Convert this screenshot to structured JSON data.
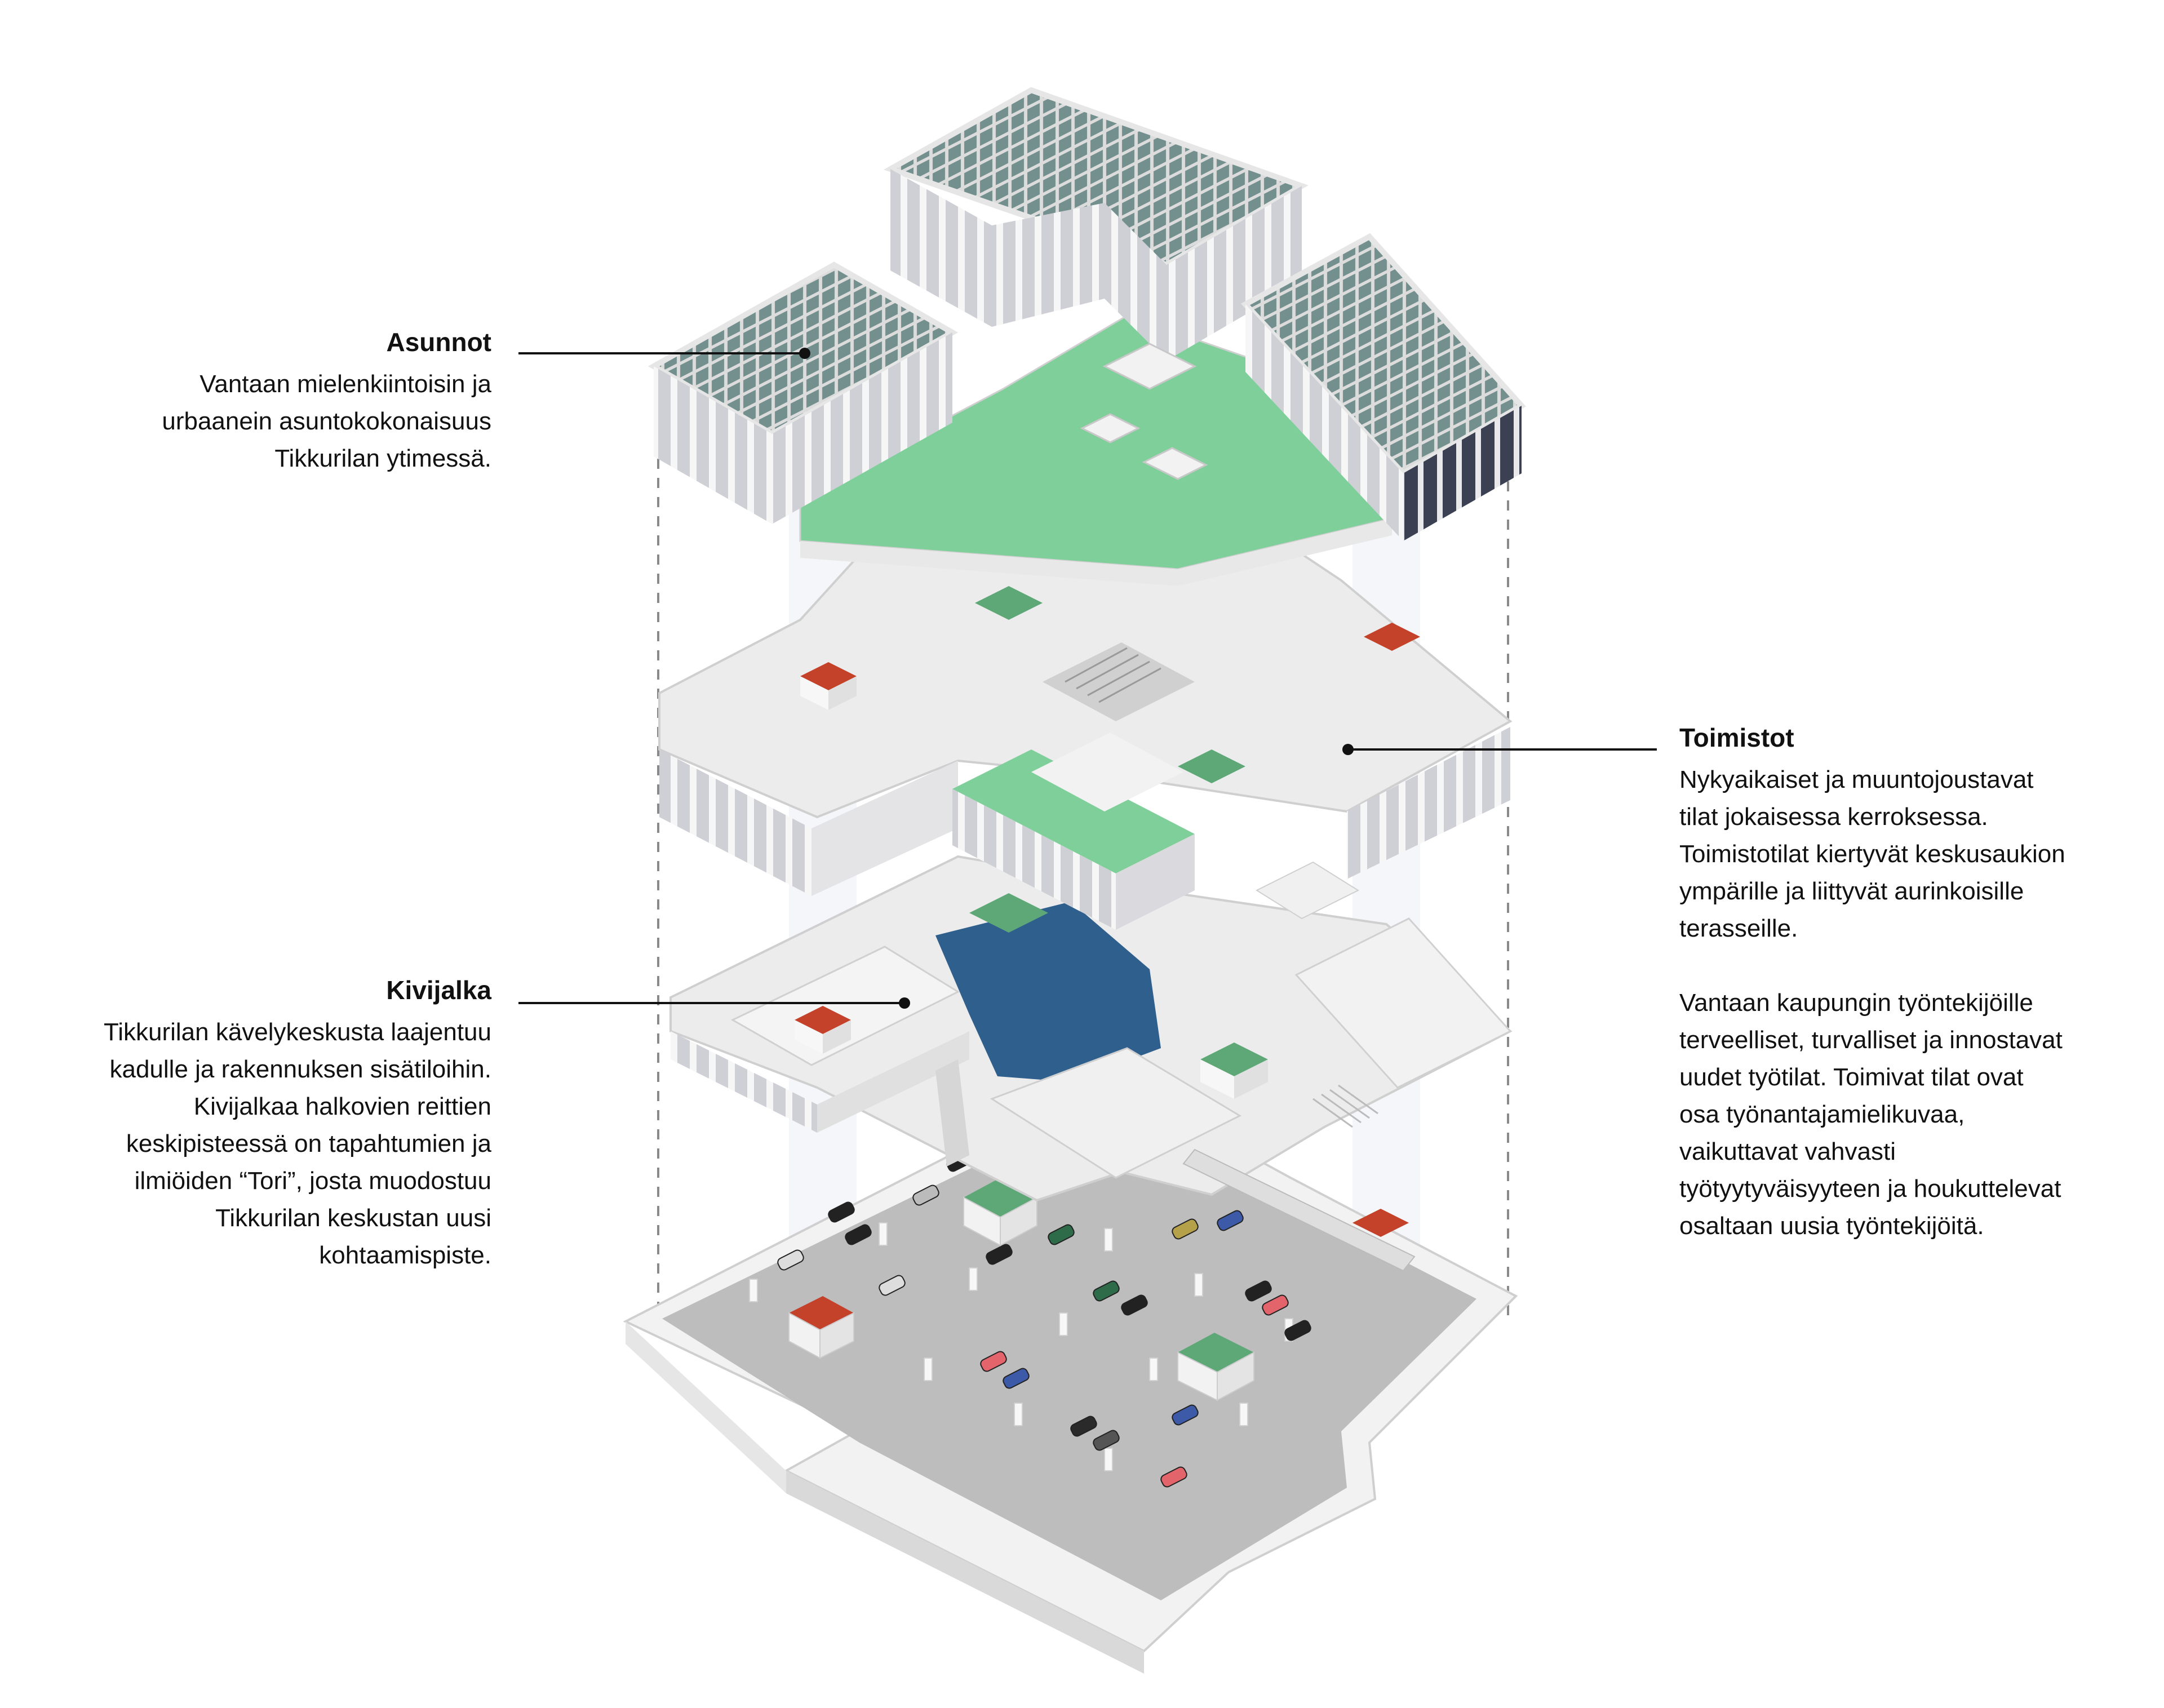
{
  "labels": {
    "asunnot": {
      "title": "Asunnot",
      "lines": [
        "Vantaan mielenkiintoisin ja",
        "urbaanein asuntokokonaisuus",
        "Tikkurilan ytimessä."
      ]
    },
    "toimistot": {
      "title": "Toimistot",
      "para1": [
        "Nykyaikaiset ja muuntojoustavat",
        "tilat jokaisessa kerroksessa.",
        "Toimistotilat kiertyvät keskusaukion",
        "ympärille ja liittyvät aurinkoisille",
        "terasseille."
      ],
      "para2": [
        "Vantaan kaupungin työntekijöille",
        "terveelliset, turvalliset ja innostavat",
        "uudet työtilat. Toimivat tilat ovat",
        "osa työnantajamielikuvaa,",
        "vaikuttavat vahvasti",
        "työtyytyväisyyteen ja houkuttelevat",
        "osaltaan uusia työntekijöitä."
      ]
    },
    "kivijalka": {
      "title": "Kivijalka",
      "lines": [
        "Tikkurilan kävelykeskusta laajentuu",
        "kadulle ja rakennuksen sisätiloihin.",
        "Kivijalkaa halkovien reittien",
        "keskipisteessä on tapahtumien ja",
        "ilmiöiden “Tori”, josta muodostuu",
        "Tikkurilan keskustan uusi",
        "kohtaamispiste."
      ]
    }
  },
  "colors": {
    "green_roof": "#7fcf9a",
    "red_core": "#c4412a",
    "blue_plaza": "#2f5f8c",
    "slab": "#ececec",
    "wall": "#f4f4f4",
    "facade": "#e2e2e6",
    "parking": "#bdbdbd",
    "solar": "#6f8c8a",
    "ink": "#111111"
  }
}
